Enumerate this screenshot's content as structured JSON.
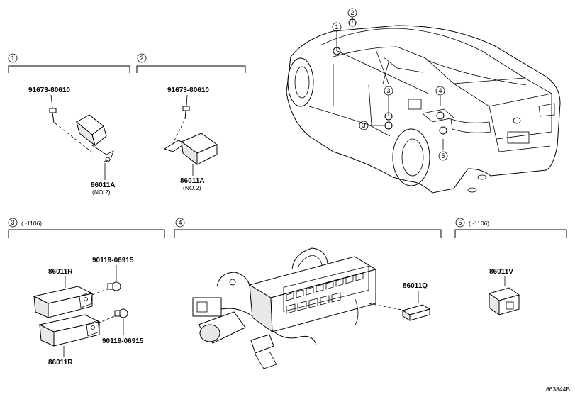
{
  "sections": [
    {
      "num": "1"
    },
    {
      "num": "2"
    },
    {
      "num": "3",
      "range": "(      -1106)"
    },
    {
      "num": "4"
    },
    {
      "num": "5",
      "range": "(      -1106)"
    }
  ],
  "car_callouts": [
    "1",
    "2",
    "3",
    "3",
    "4",
    "5"
  ],
  "parts": {
    "s1_bolt": "91673-80610",
    "s1_part": "86011A",
    "s1_note": "(NO.2)",
    "s2_bolt": "91673-80610",
    "s2_part": "86011A",
    "s2_note": "(NO.2)",
    "s3_part_top": "86011R",
    "s3_screw_top": "90119-06915",
    "s3_part_bottom": "86011R",
    "s3_screw_bottom": "90119-06915",
    "s4_part": "86011Q",
    "s5_part": "86011V"
  },
  "figure_id": "863844B"
}
